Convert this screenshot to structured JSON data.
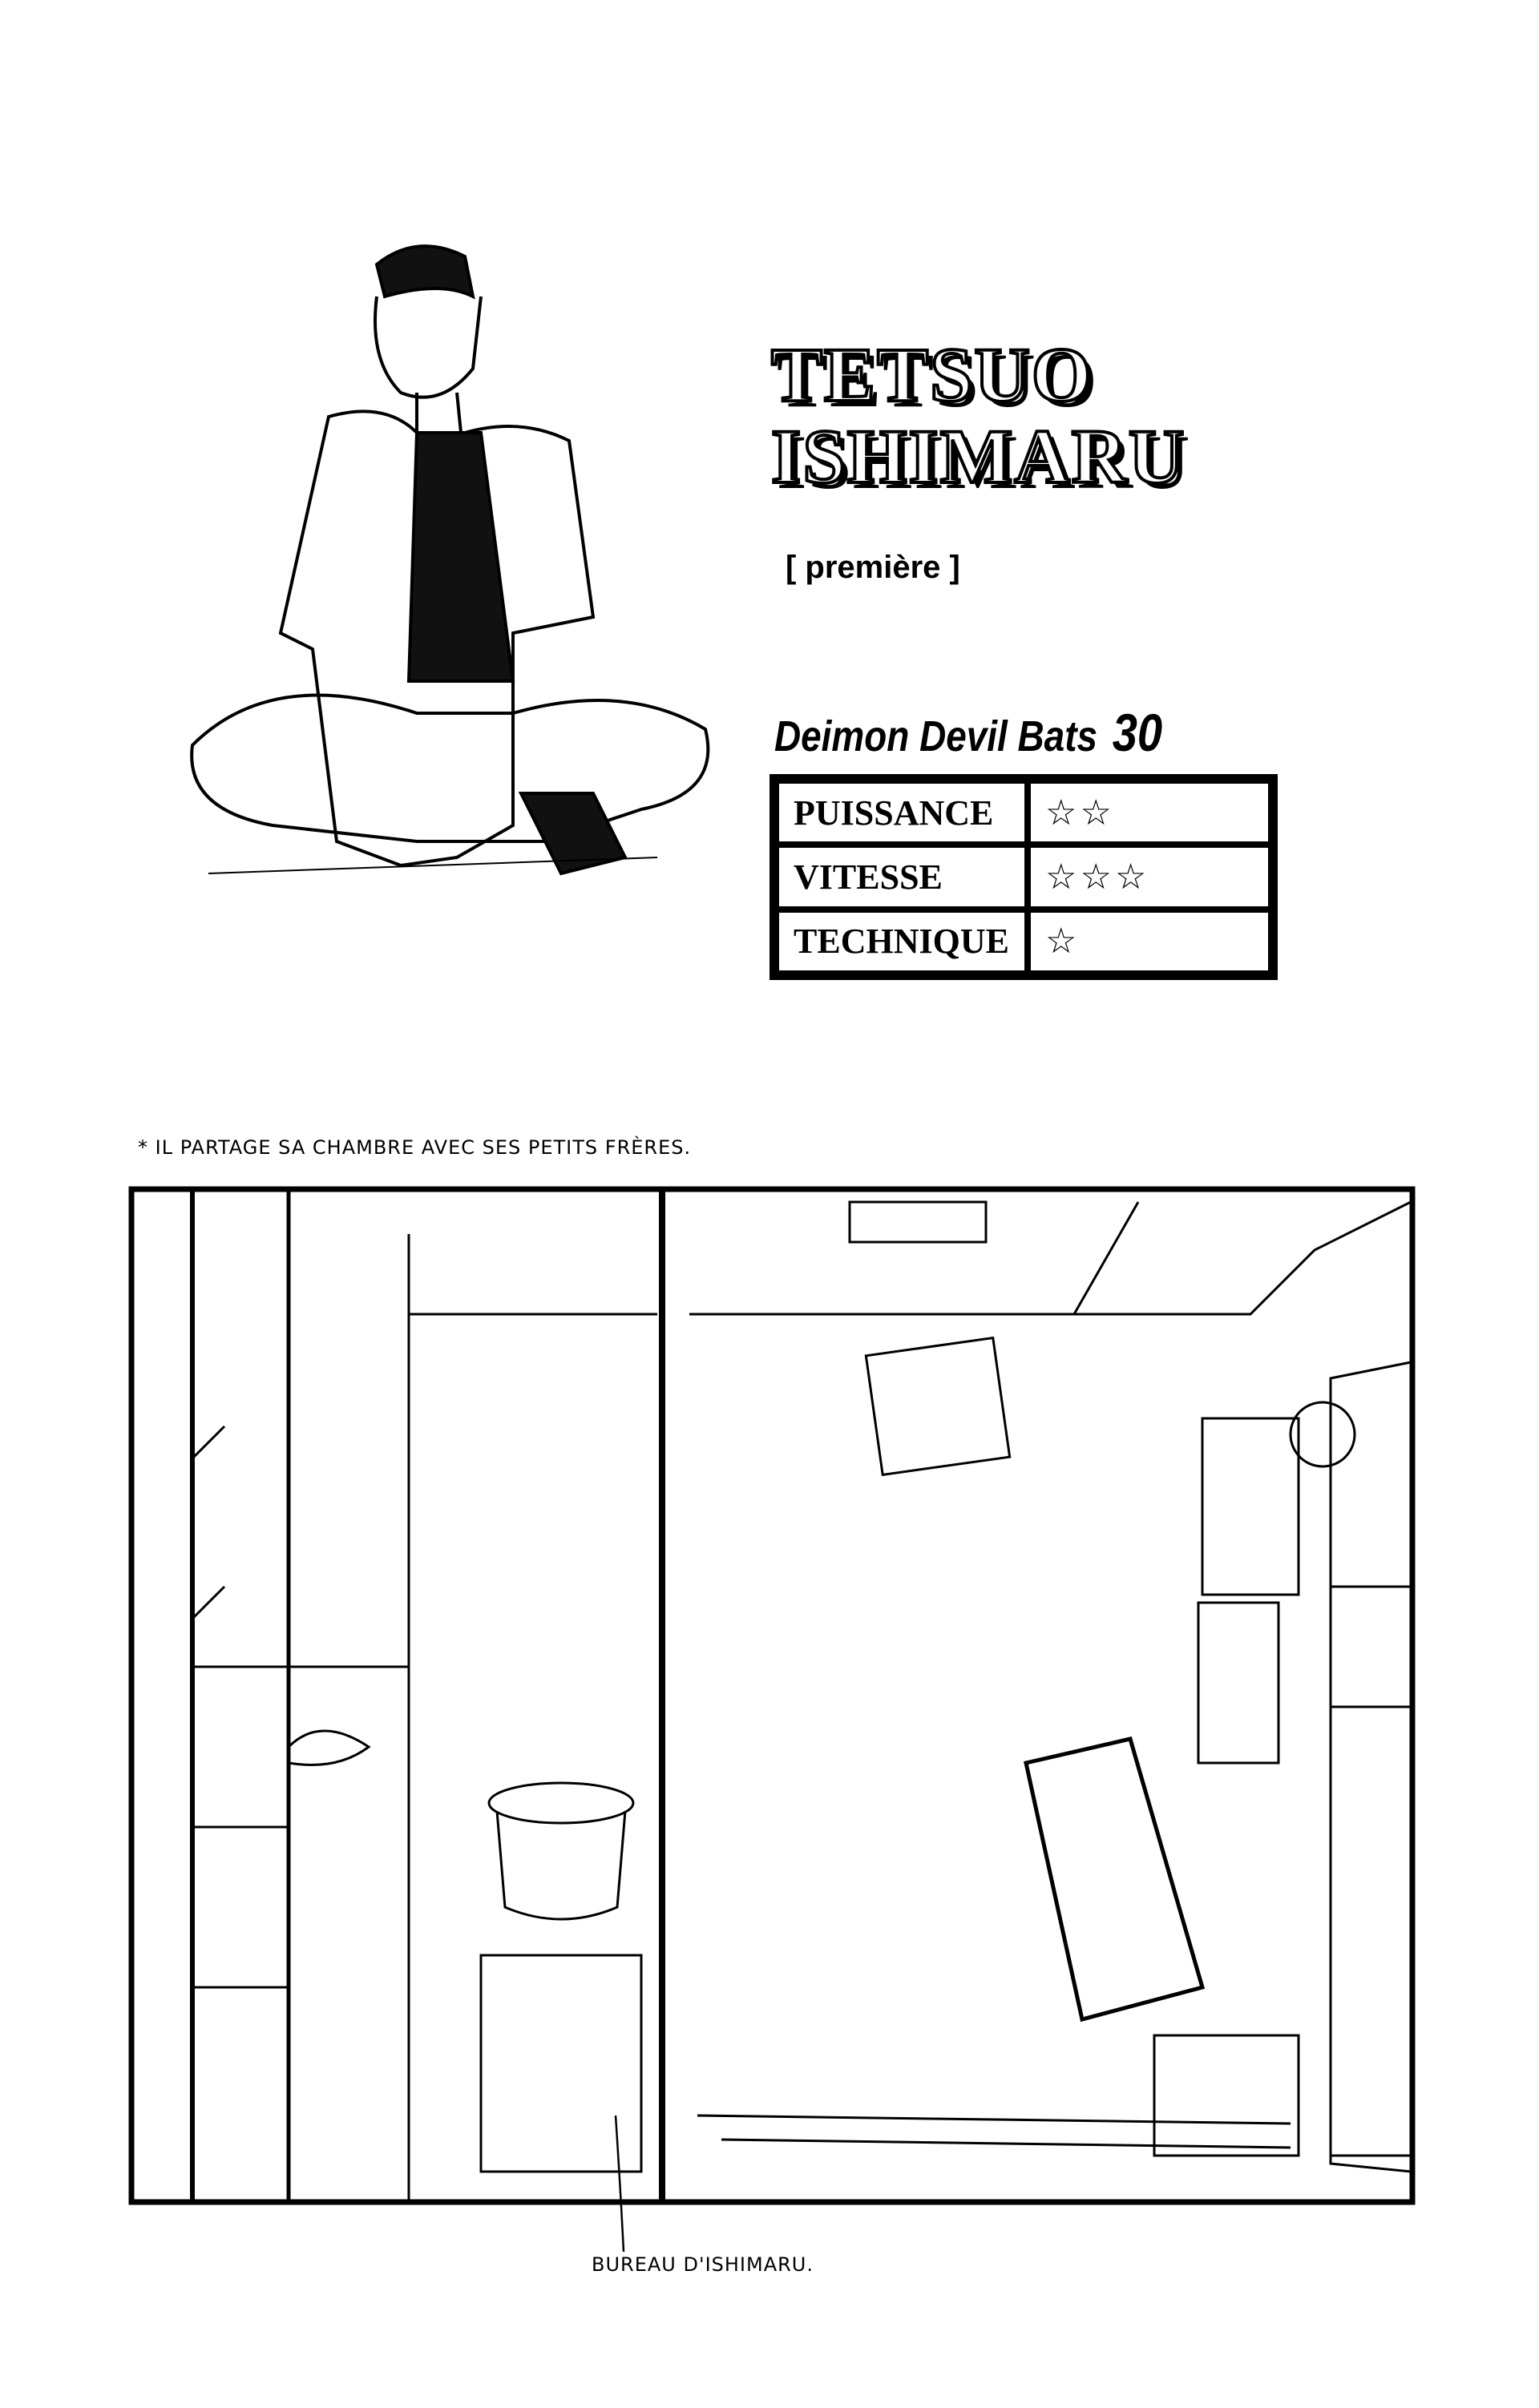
{
  "profile": {
    "first_name": "TETSUO",
    "last_name": "ISHIMARU",
    "grade": "[ première ]",
    "team": "Deimon Devil Bats",
    "number": "30"
  },
  "stats": [
    {
      "label": "PUISSANCE",
      "stars": "☆☆",
      "rating": 2
    },
    {
      "label": "VITESSE",
      "stars": "☆☆☆",
      "rating": 3
    },
    {
      "label": "TECHNIQUE",
      "stars": "☆",
      "rating": 1
    }
  ],
  "room": {
    "note": "* IL PARTAGE SA CHAMBRE AVEC SES PETITS FRÈRES.",
    "caption": "BUREAU D'ISHIMARU."
  }
}
